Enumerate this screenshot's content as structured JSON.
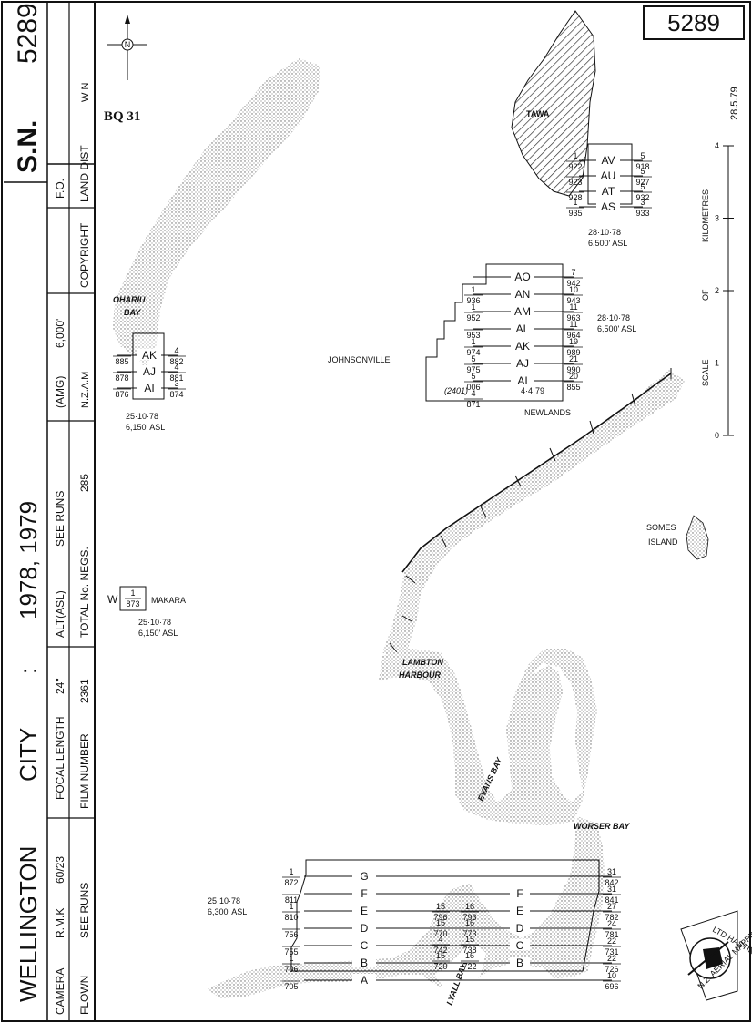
{
  "sheet_number": "5289",
  "map_ref": "BQ 31",
  "title_block": {
    "sn_label": "S.N.",
    "sn_number": "5289",
    "place": "WELLINGTON",
    "city": "CITY",
    "colon": ":",
    "years": "1978, 1979",
    "camera_label": "CAMERA",
    "camera_value": "R.M.K",
    "camera_size": "60/23",
    "focal_label": "FOCAL LENGTH",
    "focal_value": "24\"",
    "alt_label": "ALT(ASL)",
    "alt_value": "SEE RUNS",
    "amg_label": "(AMG)",
    "amg_value": "6,000'",
    "fo_label": "F.O.",
    "flown_label": "FLOWN",
    "flown_value": "SEE RUNS",
    "film_label": "FILM NUMBER",
    "film_value": "2361",
    "negs_label": "TOTAL No. NEGS.",
    "negs_value": "285",
    "nzam": "N.Z.A.M",
    "copyright": "COPYRIGHT",
    "land_dist": "LAND DIST",
    "land_dist_value": "W N",
    "date": "28.5.79"
  },
  "scale": {
    "label_kilometres": "KILOMETRES",
    "label_of": "OF",
    "label_scale": "SCALE",
    "ticks": [
      "4",
      "3",
      "2",
      "1",
      "0"
    ]
  },
  "places": {
    "tawa": "TAWA",
    "ohariu": "OHARIU",
    "bay": "BAY",
    "johnsonville": "JOHNSONVILLE",
    "newlands": "NEWLANDS",
    "makara": "MAKARA",
    "somes": "SOMES",
    "island": "ISLAND",
    "lambton": "LAMBTON",
    "harbour": "HARBOUR",
    "evans_bay": "EVANS BAY",
    "worser_bay": "WORSER BAY",
    "lyall_bay": "LYALL BAY"
  },
  "flight_annotations": {
    "tawa": {
      "date": "28·10·78",
      "alt": "6,500' ASL"
    },
    "johnsonville": {
      "date": "28·10·78",
      "alt": "6,500' ASL",
      "special": "(2401)",
      "special_date": "4·4·79"
    },
    "ohariu": {
      "date": "25·10·78",
      "alt": "6,150' ASL"
    },
    "makara": {
      "date": "25·10·78",
      "alt": "6,150' ASL",
      "run": "W",
      "top": "1",
      "bottom": "873"
    },
    "south": {
      "date": "25·10·78",
      "alt": "6,300' ASL"
    }
  },
  "runs": {
    "tawa": [
      {
        "run": "AV",
        "lt": "1",
        "lb": "922",
        "rt": "5",
        "rb": "918"
      },
      {
        "run": "AU",
        "lt": "",
        "lb": "923",
        "rt": "5",
        "rb": "927"
      },
      {
        "run": "AT",
        "lt": "",
        "lb": "928",
        "rt": "5",
        "rb": "932"
      },
      {
        "run": "AS",
        "lt": "1",
        "lb": "935",
        "rt": "3",
        "rb": "933"
      }
    ],
    "johnsonville": [
      {
        "run": "AO",
        "lt": "",
        "lb": "",
        "rt": "7",
        "rb": "942"
      },
      {
        "run": "AN",
        "lt": "1",
        "lb": "936",
        "rt": "10",
        "rb": "943"
      },
      {
        "run": "AM",
        "lt": "1",
        "lb": "952",
        "rt": "11",
        "rb": "963"
      },
      {
        "run": "AL",
        "lt": "",
        "lb": "953",
        "rt": "11",
        "rb": "964"
      },
      {
        "run": "AK",
        "lt": "1",
        "lb": "974",
        "rt": "19",
        "rb": "989"
      },
      {
        "run": "AJ",
        "lt": "5",
        "lb": "975",
        "rt": "21",
        "rb": "990"
      },
      {
        "run": "AI",
        "lt": "5",
        "lb": "006",
        "rt": "20",
        "rb": "855"
      },
      {
        "run": "",
        "lt": "4",
        "lb": "871",
        "rt": "",
        "rb": ""
      }
    ],
    "ohariu": [
      {
        "run": "AK",
        "lt": "",
        "lb": "885",
        "rt": "4",
        "rb": "882"
      },
      {
        "run": "AJ",
        "lt": "",
        "lb": "878",
        "rt": "4",
        "rb": "881"
      },
      {
        "run": "AI",
        "lt": "",
        "lb": "876",
        "rt": "3",
        "rb": "874"
      }
    ],
    "south": [
      {
        "run": "G",
        "lt": "1",
        "lb": "872",
        "rt": "31",
        "rb": "842"
      },
      {
        "run": "F",
        "lt": "",
        "lb": "811",
        "rt": "31",
        "rb": "841"
      },
      {
        "run": "E",
        "lt": "1",
        "lb": "810",
        "rt": "27",
        "rb": "782"
      },
      {
        "run": "D",
        "lt": "",
        "lb": "756",
        "rt": "24",
        "rb": "781"
      },
      {
        "run": "C",
        "lt": "",
        "lb": "755",
        "rt": "22",
        "rb": "731"
      },
      {
        "run": "B",
        "lt": "1",
        "lb": "706",
        "rt": "22",
        "rb": "726"
      },
      {
        "run": "A",
        "lt": "",
        "lb": "705",
        "rt": "10",
        "rb": "696"
      }
    ],
    "south_mid": [
      {
        "t": "15",
        "b": "796"
      },
      {
        "t": "16",
        "b": "793"
      },
      {
        "t": "15",
        "b": "770"
      },
      {
        "t": "16",
        "b": "773"
      },
      {
        "t": "4",
        "b": "742"
      },
      {
        "t": "15",
        "b": "738"
      },
      {
        "t": "15",
        "b": "720"
      },
      {
        "t": "16",
        "b": "722"
      }
    ]
  },
  "logo": {
    "text": "N.Z. AERIAL MAPPING",
    "sub": "LTD HASTINGS"
  },
  "north_symbol": "N"
}
